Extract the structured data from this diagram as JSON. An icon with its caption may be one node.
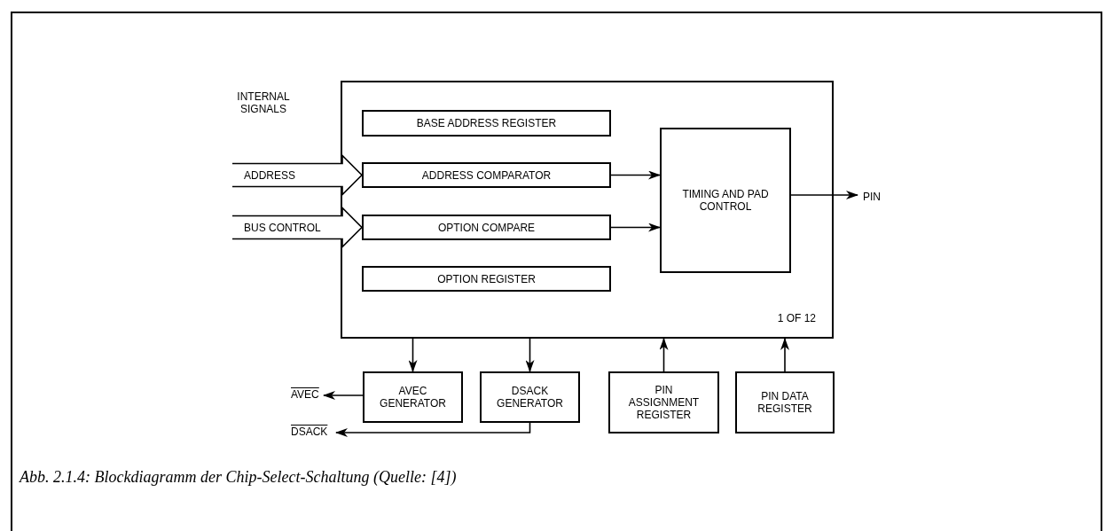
{
  "diagram": {
    "caption": "Abb. 2.1.4: Blockdiagramm der Chip-Select-Schaltung (Quelle: [4])",
    "nodes": [
      {
        "text": [
          "1 OF 12"
        ]
      },
      {
        "text": [
          "BASE ADDRESS REGISTER"
        ],
        "in": 0
      },
      {
        "text": [
          "ADDRESS COMPARATOR"
        ],
        "in": 0
      },
      {
        "text": [
          "OPTION COMPARE"
        ],
        "in": 0
      },
      {
        "text": [
          "OPTION REGISTER"
        ],
        "in": 0
      },
      {
        "text": [
          "TIMING AND PAD CONTROL"
        ],
        "in": 0
      },
      {
        "text": [
          "PIN"
        ]
      },
      {
        "text": [
          "AVEC GENERATOR"
        ]
      },
      {
        "text": [
          "DSACK GENERATOR"
        ]
      },
      {
        "text": [
          "PIN ASSIGNMENT REGISTER"
        ]
      },
      {
        "text": [
          "PIN DATA REGISTER"
        ]
      },
      {
        "text": [
          "AVEC"
        ]
      },
      {
        "text": [
          "DSACK"
        ]
      }
    ],
    "edges": [
      {
        "from": null,
        "to": 2,
        "arrow": "to",
        "label": "ADDRESS",
        "style": "thick"
      },
      {
        "from": null,
        "to": 3,
        "arrow": "to",
        "label": "BUS CONTROL",
        "style": "thick"
      },
      {
        "from": 2,
        "to": 5,
        "arrow": "to"
      },
      {
        "from": 3,
        "to": 5,
        "arrow": "to"
      },
      {
        "from": 5,
        "to": 6,
        "arrow": "to"
      },
      {
        "from": 0,
        "to": 7,
        "arrow": "to"
      },
      {
        "from": 0,
        "to": 8,
        "arrow": "to"
      },
      {
        "from": 9,
        "to": 0,
        "arrow": "to"
      },
      {
        "from": 10,
        "to": 0,
        "arrow": "to"
      },
      {
        "from": 7,
        "to": 11,
        "arrow": "to"
      },
      {
        "from": 8,
        "to": 12,
        "arrow": "to"
      }
    ],
    "labels": [
      "INTERNAL SIGNALS"
    ]
  }
}
